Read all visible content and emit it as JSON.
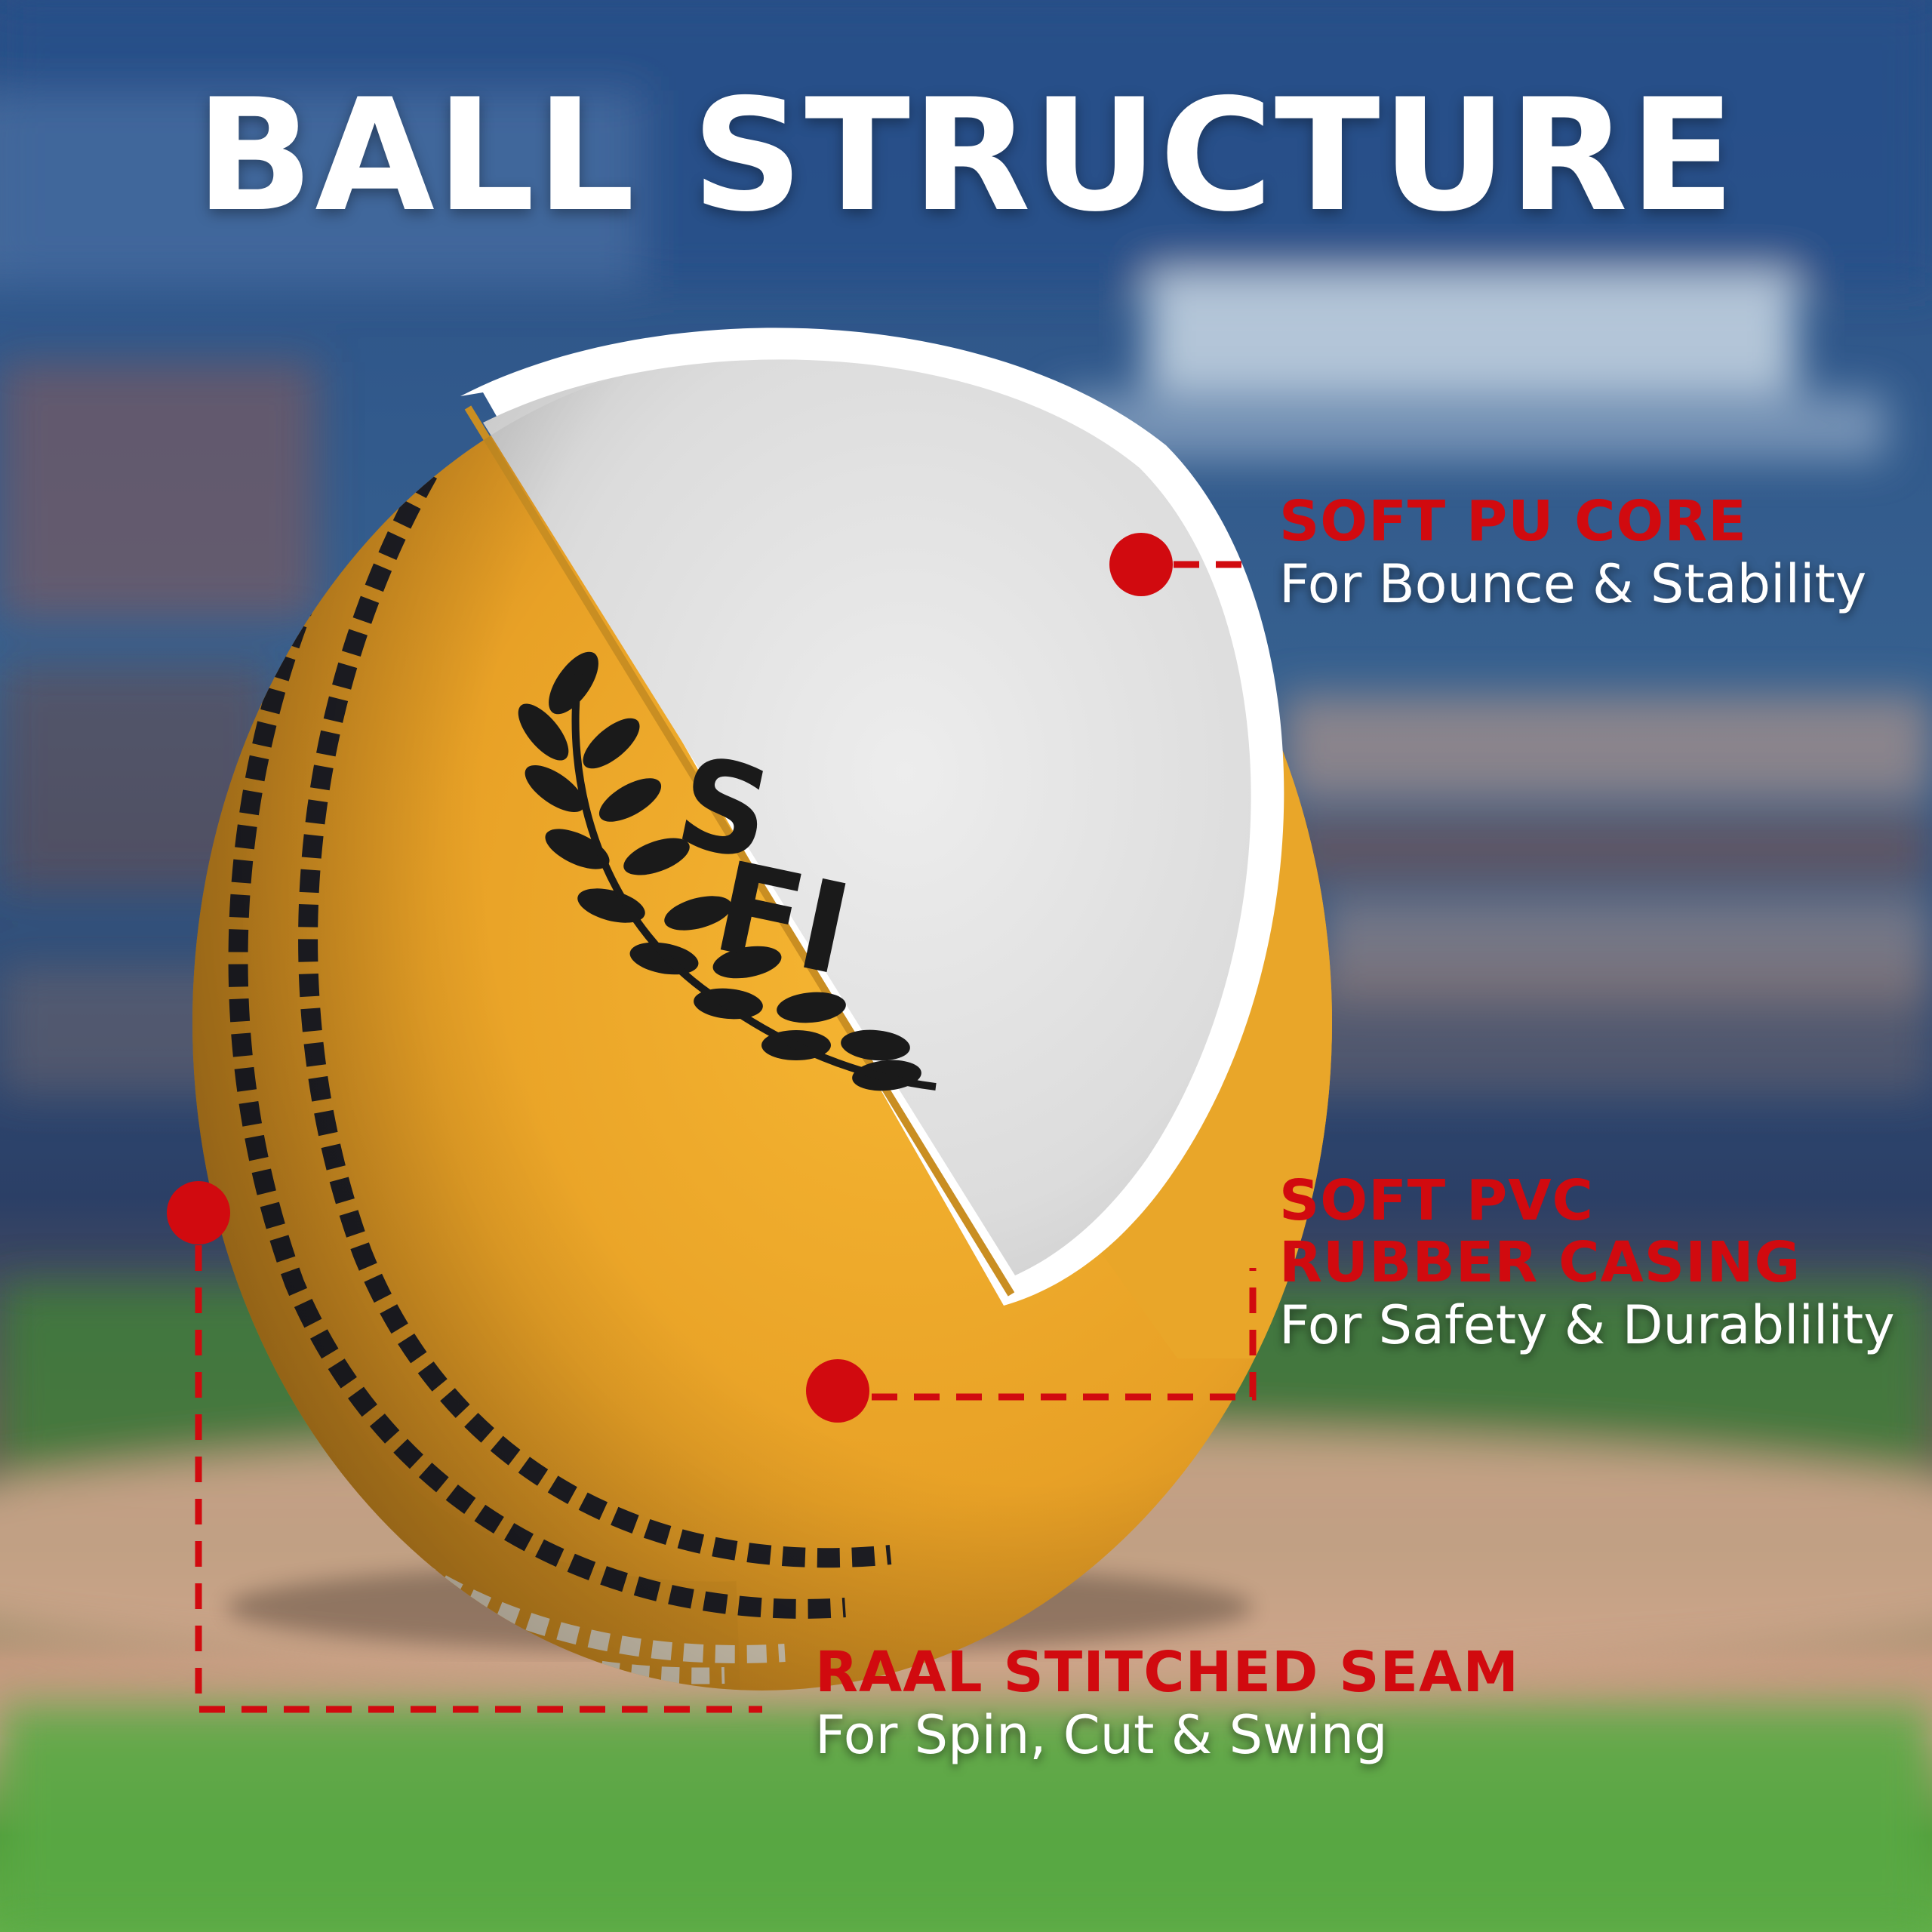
{
  "headline": "BALL STRUCTURE",
  "logo_text": [
    "S",
    "FI"
  ],
  "callouts": {
    "core": {
      "title": "SOFT PU CORE",
      "desc": "For Bounce & Stability"
    },
    "casing": {
      "title_1": "SOFT PVC",
      "title_2": "RUBBER CASING",
      "desc": "For Safety & Durablility"
    },
    "seam": {
      "title": "RAAL STITCHED SEAM",
      "desc": "For Spin, Cut & Swing"
    }
  },
  "colors": {
    "accent_red": "#d10a0f",
    "ball_yellow": "#eba628",
    "core_white": "#e6e6e6",
    "stitch_black": "#1e1e24",
    "stitch_white": "#d8cdb8"
  }
}
